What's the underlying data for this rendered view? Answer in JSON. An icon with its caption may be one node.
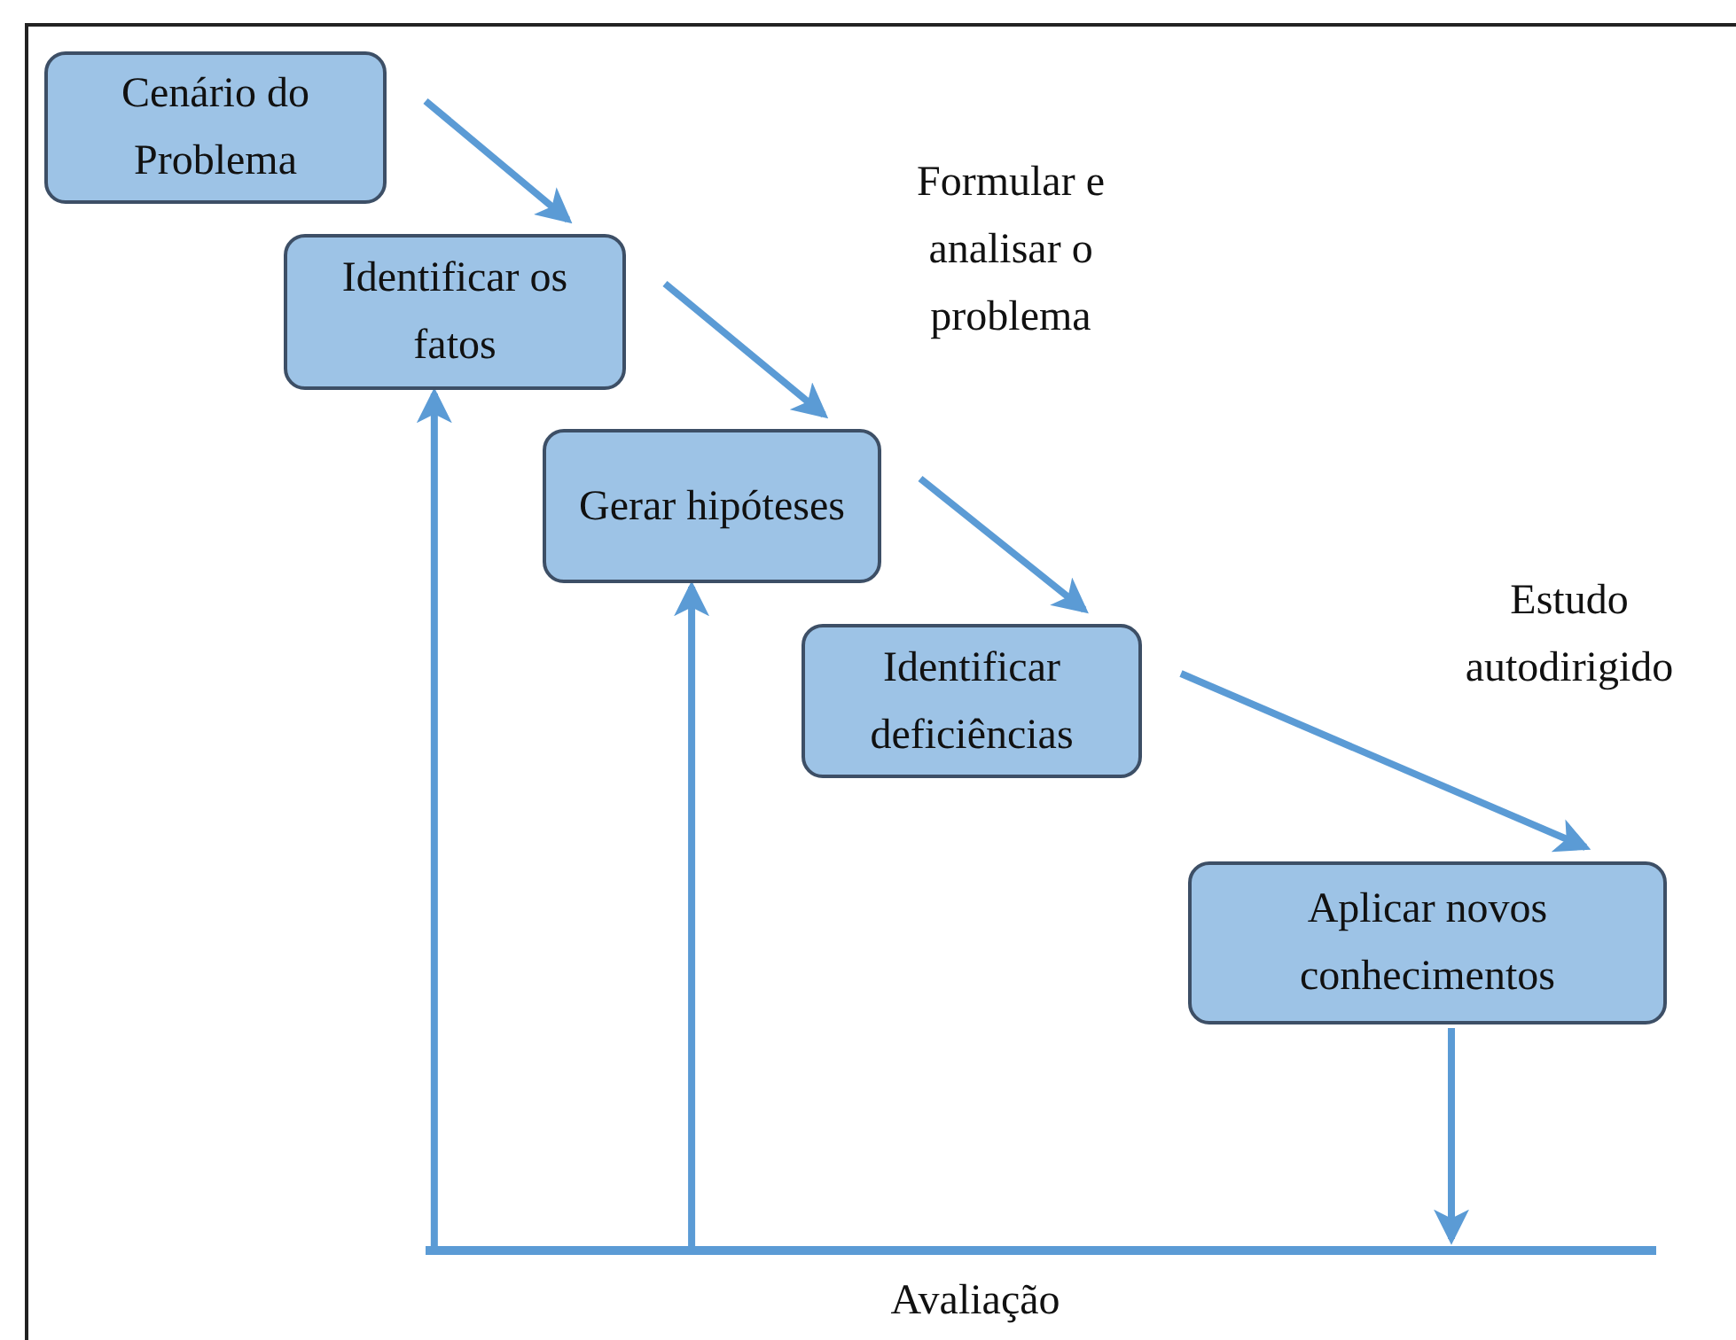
{
  "diagram": {
    "nodes": [
      {
        "text": [
          "Cenário do Problema"
        ]
      },
      {
        "text": [
          "Identificar os fatos"
        ]
      },
      {
        "text": [
          "Gerar hipóteses"
        ]
      },
      {
        "text": [
          "Identificar deficiências"
        ]
      },
      {
        "text": [
          "Aplicar novos conhecimentos"
        ]
      },
      {
        "text": [],
        "shape": "bar",
        "beside": [
          "Avaliação"
        ]
      }
    ],
    "edges": [
      {
        "from": 0,
        "to": 1,
        "arrow": "to"
      },
      {
        "from": 1,
        "to": 2,
        "arrow": "to"
      },
      {
        "from": 2,
        "to": 3,
        "arrow": "to"
      },
      {
        "from": 3,
        "to": 4,
        "arrow": "to"
      },
      {
        "from": 4,
        "to": 5,
        "arrow": "to"
      },
      {
        "from": 5,
        "to": 1,
        "arrow": "to"
      },
      {
        "from": 5,
        "to": 2,
        "arrow": "to"
      }
    ],
    "labels": [
      "Formular e analisar o problema",
      "Estudo autodirigido"
    ]
  }
}
